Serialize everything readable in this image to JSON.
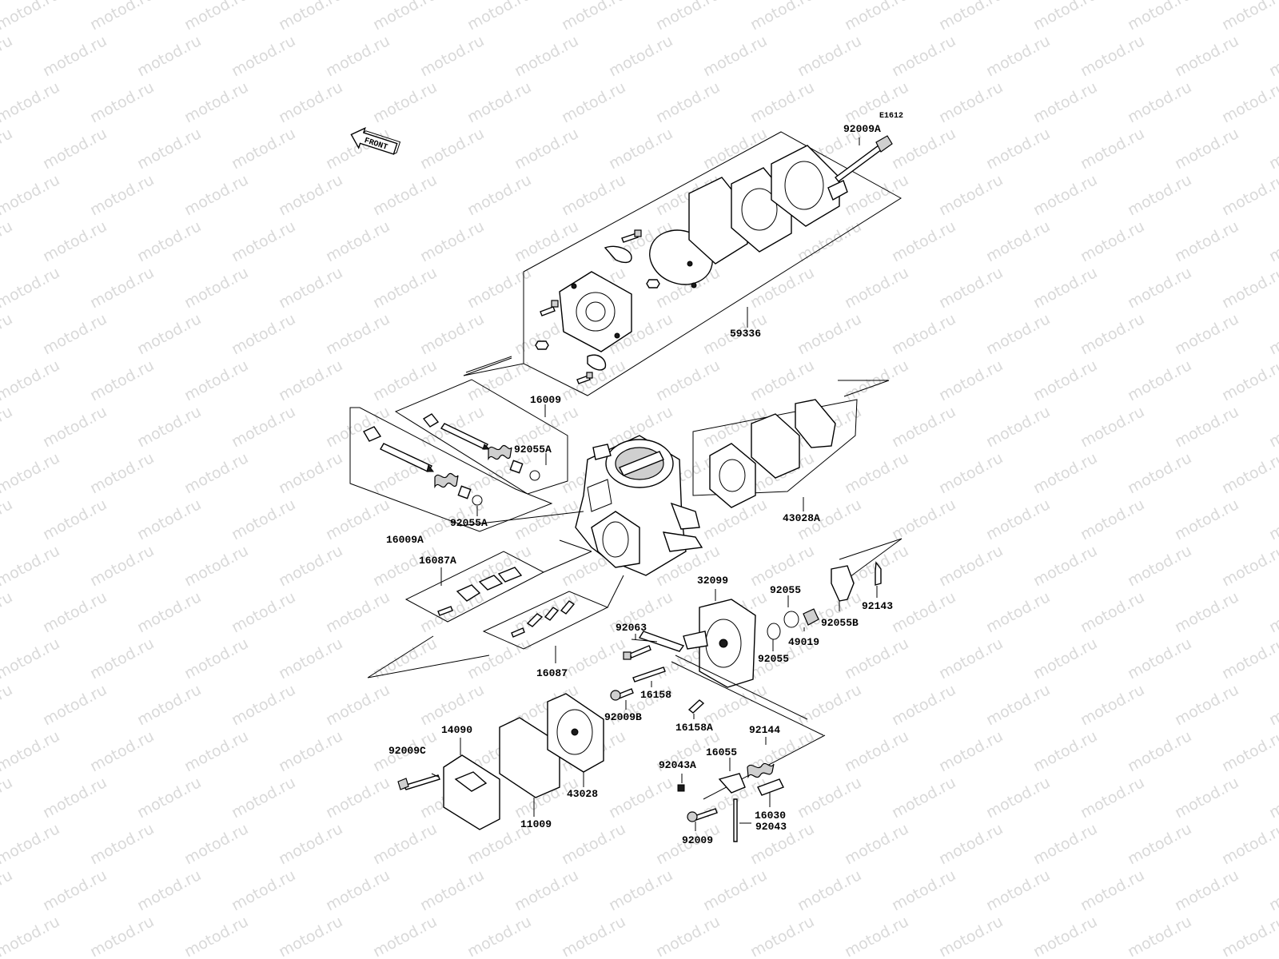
{
  "watermark": {
    "text": "motod.ru",
    "color": "#d9d9d9"
  },
  "diagram_code": "E1612",
  "front_arrow": {
    "label": "FRONT"
  },
  "part_labels": {
    "p92009A": "92009A",
    "p59336": "59336",
    "p16009": "16009",
    "p92055A_top": "92055A",
    "p92055A_bottom": "92055A",
    "p16009A": "16009A",
    "p43028A": "43028A",
    "p16087A": "16087A",
    "p32099": "32099",
    "p92055_upper": "92055",
    "p92055_lower": "92055",
    "p49019": "49019",
    "p92055B": "92055B",
    "p92143": "92143",
    "p92063": "92063",
    "p16087": "16087",
    "p16158": "16158",
    "p92009B": "92009B",
    "p16158A": "16158A",
    "p92144": "92144",
    "p16055": "16055",
    "p92043A": "92043A",
    "p16030": "16030",
    "p92043": "92043",
    "p92009": "92009",
    "p14090": "14090",
    "p92009C": "92009C",
    "p43028": "43028",
    "p11009": "11009"
  }
}
